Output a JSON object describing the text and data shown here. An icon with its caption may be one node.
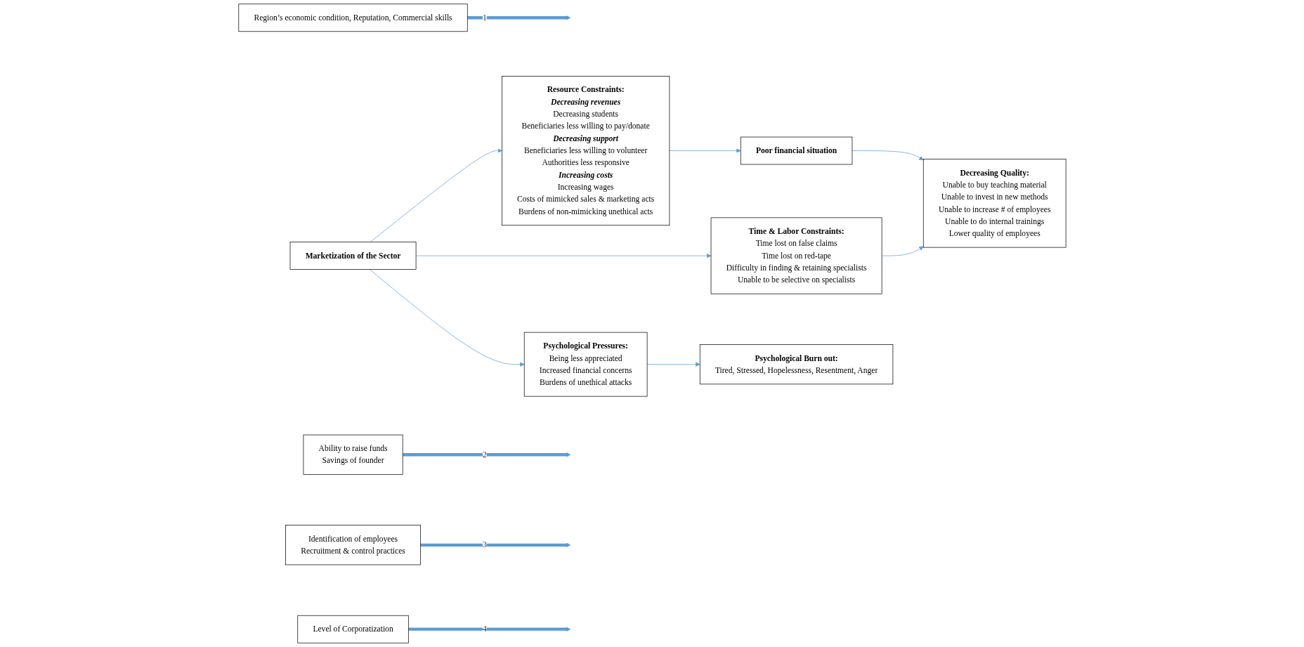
{
  "diagram": {
    "nodes": [
      {
        "text": [
          "Region’s economic condition, Reputation, Commercial skills"
        ]
      },
      {
        "text": [
          "Ability to raise funds",
          "Savings of founder"
        ]
      },
      {
        "text": [
          "Identification of employees",
          "Recruitment & control practices"
        ]
      },
      {
        "text": [
          "Resource Constraints:",
          "Decreasing revenues",
          "Decreasing students",
          "Beneficiaries less willing to pay/donate",
          "Decreasing support",
          "Beneficiaries less willing to volunteer",
          "Authorities less responsive",
          "Increasing costs",
          "Increasing wages",
          "Costs of mimicked sales & marketing acts",
          "Burdens of non-mimicking unethical acts"
        ]
      },
      {
        "text": [
          "Marketization of the Sector"
        ]
      },
      {
        "text": [
          "Time & Labor Constraints:",
          "Time lost on false claims",
          "Time lost on red-tape",
          "Difficulty in finding & retaining specialists",
          "Unable to be selective on specialists"
        ]
      },
      {
        "text": [
          "Psychological Pressures:",
          "Being less appreciated",
          "Increased financial concerns",
          "Burdens of unethical attacks"
        ]
      },
      {
        "text": [
          "Poor financial situation"
        ]
      },
      {
        "text": [
          "Decreasing Quality:",
          "Unable to buy teaching material",
          "Unable to invest in new methods",
          "Unable to increase # of employees",
          "Unable to do internal trainings",
          "Lower quality of employees"
        ]
      },
      {
        "text": [
          "Psychological Burn out:",
          "Tired, Stressed, Hopelessness, Resentment, Anger"
        ]
      },
      {
        "text": [
          "Level of Corporatization"
        ]
      }
    ],
    "edges": [
      {
        "from": 0,
        "to": null,
        "arrow": "to",
        "label": "1",
        "style": "thick"
      },
      {
        "from": 1,
        "to": null,
        "arrow": "to",
        "label": "2",
        "style": "thick"
      },
      {
        "from": 2,
        "to": null,
        "arrow": "to",
        "label": "3",
        "style": "thick"
      },
      {
        "from": 10,
        "to": null,
        "arrow": "to",
        "label": "4",
        "style": "thick"
      },
      {
        "from": 4,
        "to": 3,
        "arrow": "to"
      },
      {
        "from": 4,
        "to": 5,
        "arrow": "to"
      },
      {
        "from": 4,
        "to": 6,
        "arrow": "to"
      },
      {
        "from": 3,
        "to": 7,
        "arrow": "to"
      },
      {
        "from": 7,
        "to": 8,
        "arrow": "to"
      },
      {
        "from": 5,
        "to": 8,
        "arrow": "to"
      },
      {
        "from": 6,
        "to": 9,
        "arrow": "to"
      }
    ]
  }
}
